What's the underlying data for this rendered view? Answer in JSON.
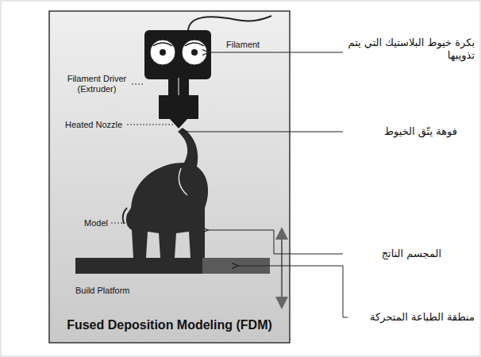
{
  "diagram": {
    "title": "Fused Deposition Modeling (FDM)",
    "labels": [
      "Filament",
      "Filament Driver (Extruder)",
      "Heated Nozzle",
      "Model",
      "Build Platform",
      "بكرة خيوط البلاستيك التي يتم تذويبها",
      "فوهة يتّق الخيوط",
      "المجسم الناتج",
      "منطقة الطباعة المتحركة"
    ]
  }
}
